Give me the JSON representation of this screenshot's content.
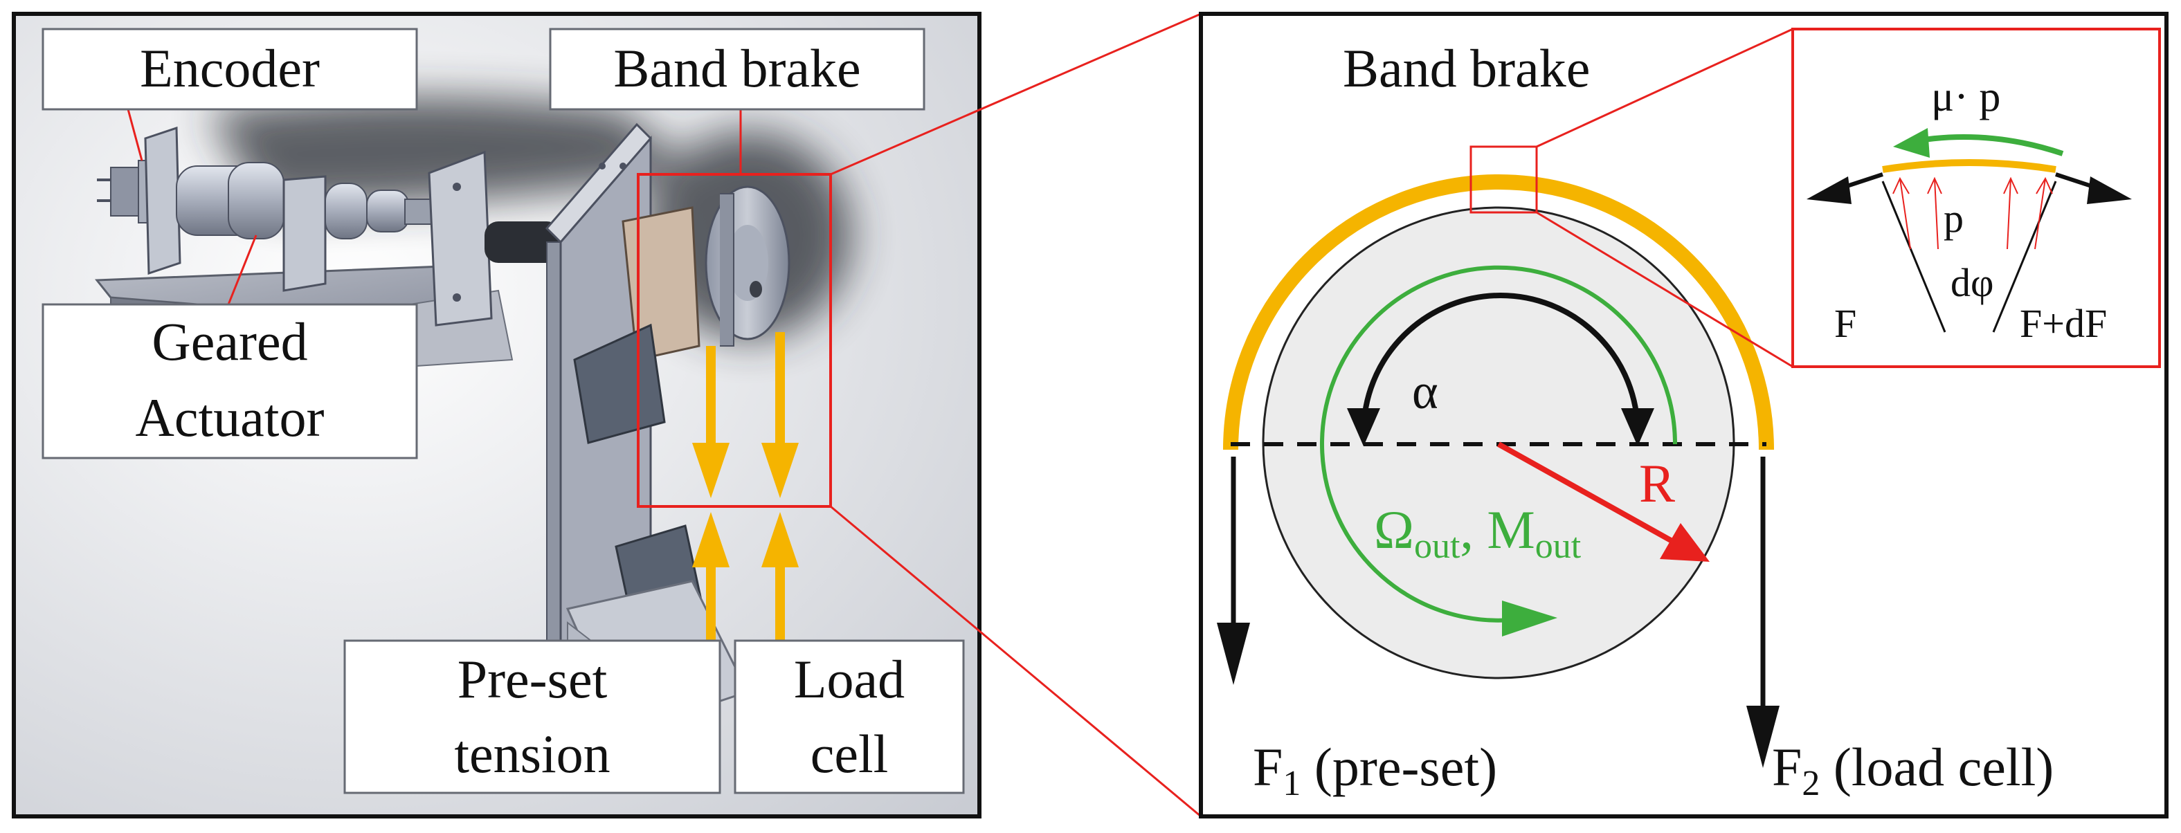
{
  "colors": {
    "band": "#F5B400",
    "highlight": "#E8211E",
    "friction": "#3DAE3D",
    "force": "#111111",
    "frame": "#111111"
  },
  "left_panel": {
    "labels": {
      "encoder": "Encoder",
      "band_brake": "Band brake",
      "geared_line1": "Geared",
      "geared_line2": "Actuator",
      "preset_line1": "Pre-set",
      "preset_line2": "tension",
      "load_line1": "Load",
      "load_line2": "cell"
    }
  },
  "right_panel": {
    "title": "Band brake",
    "alpha": "α",
    "radius": "R",
    "omega": "Ω",
    "omega_sub": "out",
    "comma": ",",
    "moment": "M",
    "moment_sub": "out",
    "f1": "F",
    "f1_sub": "1",
    "f1_note": "(pre-set)",
    "f2": "F",
    "f2_sub": "2",
    "f2_note": "(load cell)"
  },
  "inset": {
    "mu_p": "μ· p",
    "p": "p",
    "dphi": "dφ",
    "F": "F",
    "F_dF": "F+dF"
  }
}
